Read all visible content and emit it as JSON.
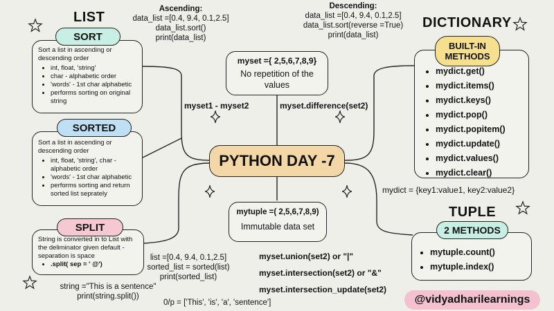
{
  "center": {
    "title": "PYTHON DAY -7",
    "color": "#f3d7a6"
  },
  "list": {
    "heading": "LIST",
    "sort": {
      "label": "SORT",
      "color": "#c8efe3",
      "intro": "Sort a list in ascending or descending order",
      "items": [
        "int, float, 'string'",
        "char - alphabetic order",
        "'words' - 1st char alphabetic",
        "performs sorting on original string"
      ]
    },
    "sorted": {
      "label": "SORTED",
      "color": "#bfe0f4",
      "intro": "Sort a list in ascending or descending order",
      "items": [
        "int, float, 'string', char - alphabetic order",
        "'words' - 1st char alphabetic",
        "performs sorting and return sorted list seprately"
      ]
    },
    "split": {
      "label": "SPLIT",
      "color": "#f5c9d2",
      "intro": "String is converted in to List with the deliminator given default - separation is space",
      "items": [
        ".split( sep = ' @')"
      ]
    }
  },
  "ascending": {
    "title": "Ascending:",
    "lines": [
      "data_list =[0.4, 9.4, 0.1,2.5]",
      "data_list.sort()",
      "print(data_list)"
    ]
  },
  "descending": {
    "title": "Descending:",
    "lines": [
      "data_list =[0.4, 9.4, 0.1,2.5]",
      "data_list.sort(reverse =True)",
      "print(data_list)"
    ]
  },
  "set_box": {
    "title": "myset ={ 2,5,6,7,8,9}",
    "desc": "No repetition of the values"
  },
  "set_ops": {
    "diff1": "myset1 - myset2",
    "diff2": "myset.difference(set2)",
    "union": "myset.union(set2) or  \"|\"",
    "intersection": "myset.intersection(set2) or \"&\"",
    "intersection_update": "myset.intersection_update(set2)"
  },
  "tuple_box": {
    "title": "mytuple =( 2,5,6,7,8,9)",
    "desc": "Immutable data set"
  },
  "sorted_code": {
    "lines": [
      "list =[0.4, 9.4, 0.1,2.5]",
      "sorted_list = sorted(list)",
      "print(sorted_list)"
    ]
  },
  "split_code": {
    "lines": [
      "string =\"This is a sentence\"",
      "print(string.split())"
    ],
    "output": "0/p = ['This', 'is', 'a', 'sentence']"
  },
  "dictionary": {
    "heading": "DICTIONARY",
    "label": "BUILT-IN METHODS",
    "color": "#f6e08e",
    "items": [
      "mydict.get()",
      "mydict.items()",
      "mydict.keys()",
      "mydict.pop()",
      "mydict.popitem()",
      "mydict.update()",
      "mydict.values()",
      "mydict.clear()"
    ],
    "example": "mydict = {key1:value1, key2:value2}"
  },
  "tuple": {
    "heading": "TUPLE",
    "label": "2 METHODS",
    "color": "#c8efe3",
    "items": [
      "mytuple.count()",
      "mytuple.index()"
    ]
  },
  "handle": {
    "text": "@vidyadharilearnings",
    "color": "#f3c1cf"
  }
}
